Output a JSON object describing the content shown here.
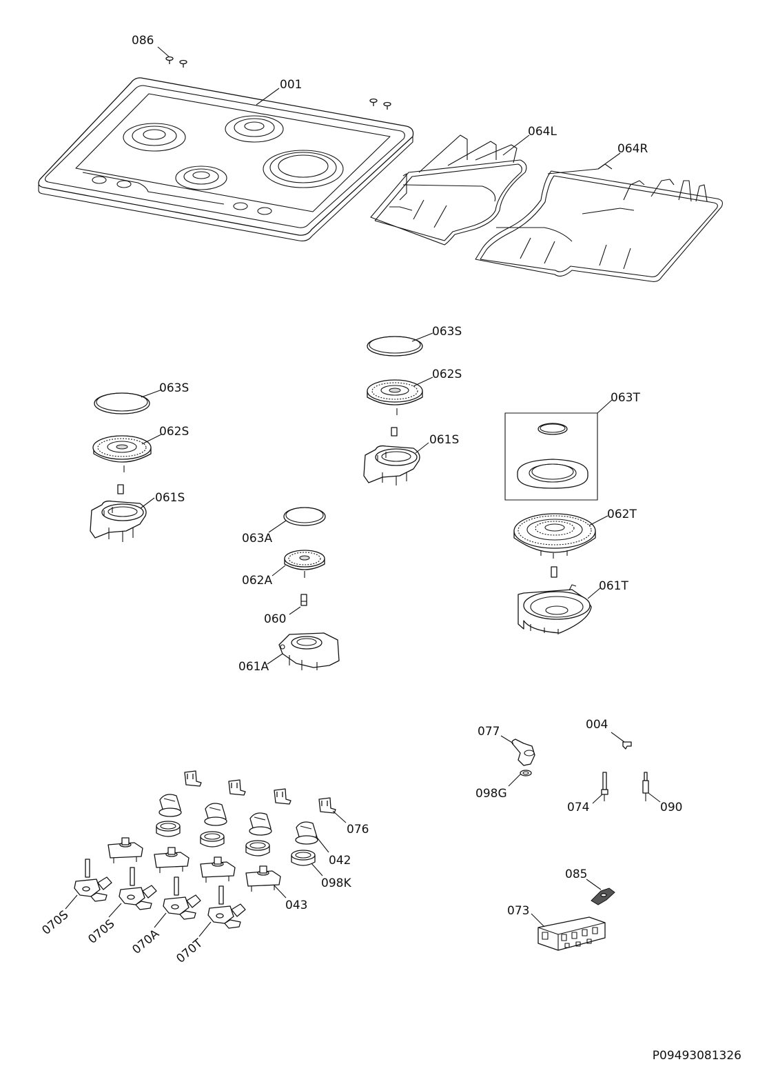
{
  "labels": {
    "p086": "086",
    "p001": "001",
    "p064L": "064L",
    "p064R": "064R",
    "p063S_top": "063S",
    "p062S_top": "062S",
    "p061S_top": "061S",
    "p063T": "063T",
    "p063S_left": "063S",
    "p062S_left": "062S",
    "p061S_left": "061S",
    "p062T": "062T",
    "p063A": "063A",
    "p062A": "062A",
    "p060": "060",
    "p061T": "061T",
    "p061A": "061A",
    "p077": "077",
    "p004": "004",
    "p098G": "098G",
    "p074": "074",
    "p090": "090",
    "p076": "076",
    "p042": "042",
    "p098K": "098K",
    "p043": "043",
    "p070S_1": "070S",
    "p070S_2": "070S",
    "p070A": "070A",
    "p070T": "070T",
    "p085": "085",
    "p073": "073"
  },
  "reference_code": "P09493081326"
}
